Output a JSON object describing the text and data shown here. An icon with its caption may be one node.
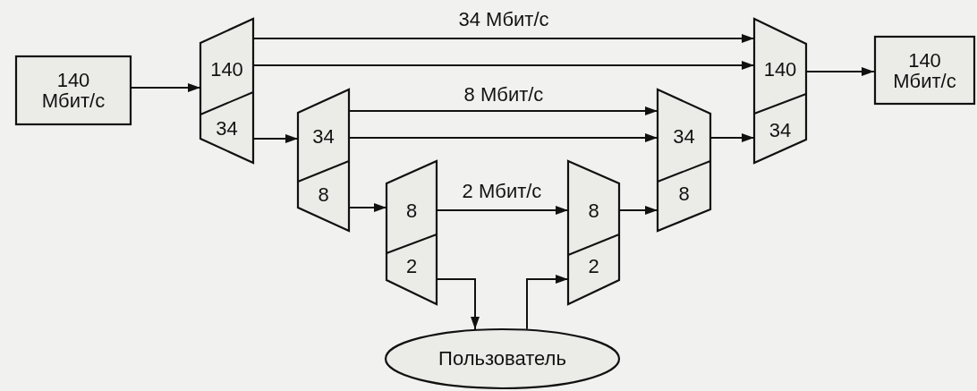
{
  "diagram": {
    "nodes": [
      {
        "text": [
          "140 Мбит/с"
        ]
      },
      {
        "text": [
          "140",
          "34"
        ]
      },
      {
        "text": [
          "34",
          "8"
        ]
      },
      {
        "text": [
          "8",
          "2"
        ]
      },
      {
        "text": [
          "8",
          "2"
        ]
      },
      {
        "text": [
          "34",
          "8"
        ]
      },
      {
        "text": [
          "140",
          "34"
        ]
      },
      {
        "text": [
          "140 Мбит/с"
        ]
      },
      {
        "text": [
          "Пользователь"
        ]
      }
    ],
    "edges": [
      {
        "from": 0,
        "to": 1,
        "arrow": "to"
      },
      {
        "from": 1,
        "to": 6,
        "arrow": "to",
        "label": "34 Мбит/с"
      },
      {
        "from": 1,
        "to": 6,
        "arrow": "to"
      },
      {
        "from": 1,
        "to": 2,
        "arrow": "to"
      },
      {
        "from": 2,
        "to": 5,
        "arrow": "to",
        "label": "8 Мбит/с"
      },
      {
        "from": 2,
        "to": 5,
        "arrow": "to"
      },
      {
        "from": 2,
        "to": 3,
        "arrow": "to"
      },
      {
        "from": 3,
        "to": 4,
        "arrow": "to",
        "label": "2 Мбит/с"
      },
      {
        "from": 3,
        "to": 8,
        "arrow": "to"
      },
      {
        "from": 8,
        "to": 4,
        "arrow": "to"
      },
      {
        "from": 4,
        "to": 5,
        "arrow": "to"
      },
      {
        "from": 5,
        "to": 6,
        "arrow": "to"
      },
      {
        "from": 6,
        "to": 7,
        "arrow": "to"
      }
    ]
  }
}
